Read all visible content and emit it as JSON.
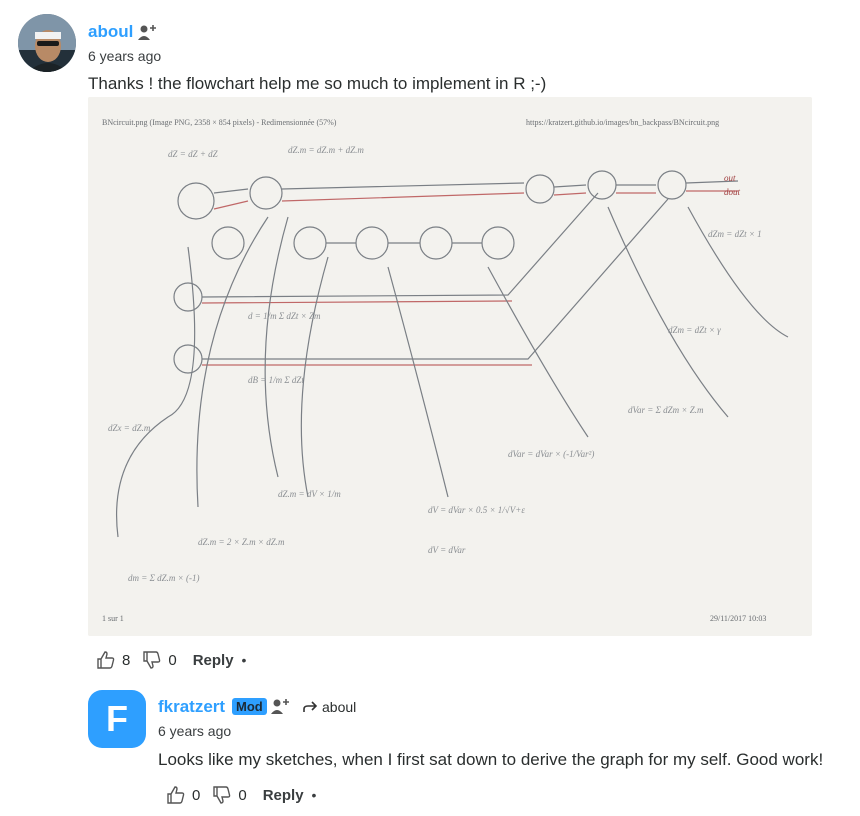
{
  "comment1": {
    "author": "aboul",
    "timestamp": "6 years ago",
    "text": "Thanks ! the flowchart help me so much to implement in R ;-)",
    "image": {
      "header_left": "BNcircuit.png (Image PNG, 2358 × 854 pixels) - Redimensionnée (57%)",
      "header_right": "https://kratzert.github.io/images/bn_backpass/BNcircuit.png",
      "footer_left": "1 sur 1",
      "footer_right": "29/11/2017 10:03"
    },
    "likes": "8",
    "dislikes": "0",
    "reply_label": "Reply",
    "dot": "•"
  },
  "comment2": {
    "avatar_letter": "F",
    "author": "fkratzert",
    "badge": "Mod",
    "reply_to": "aboul",
    "timestamp": "6 years ago",
    "text": "Looks like my sketches, when I first sat down to derive the graph for my self. Good work!",
    "likes": "0",
    "dislikes": "0",
    "reply_label": "Reply",
    "dot": "•"
  },
  "icons": {
    "follow": "person-plus-icon",
    "thumbs_up": "thumbs-up-icon",
    "thumbs_down": "thumbs-down-icon",
    "reply_arrow": "reply-arrow-icon"
  },
  "colors": {
    "accent": "#2e9fff",
    "text": "#2a2e2e"
  }
}
